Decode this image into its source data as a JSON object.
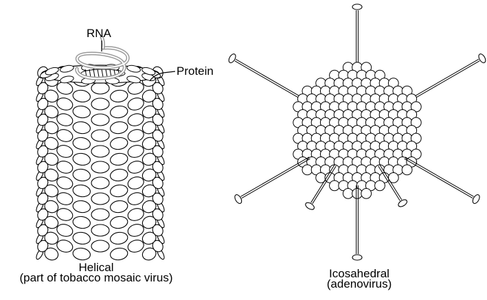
{
  "helical": {
    "label_rna": "RNA",
    "label_protein": "Protein",
    "caption_line1": "Helical",
    "caption_line2": "(part of tobacco mosaic virus)"
  },
  "icosahedral": {
    "caption_line1": "Icosahedral",
    "caption_line2": "(adenovirus)"
  },
  "colors": {
    "line": "#000000",
    "rna": "#9a9a9a",
    "background": "#ffffff"
  }
}
